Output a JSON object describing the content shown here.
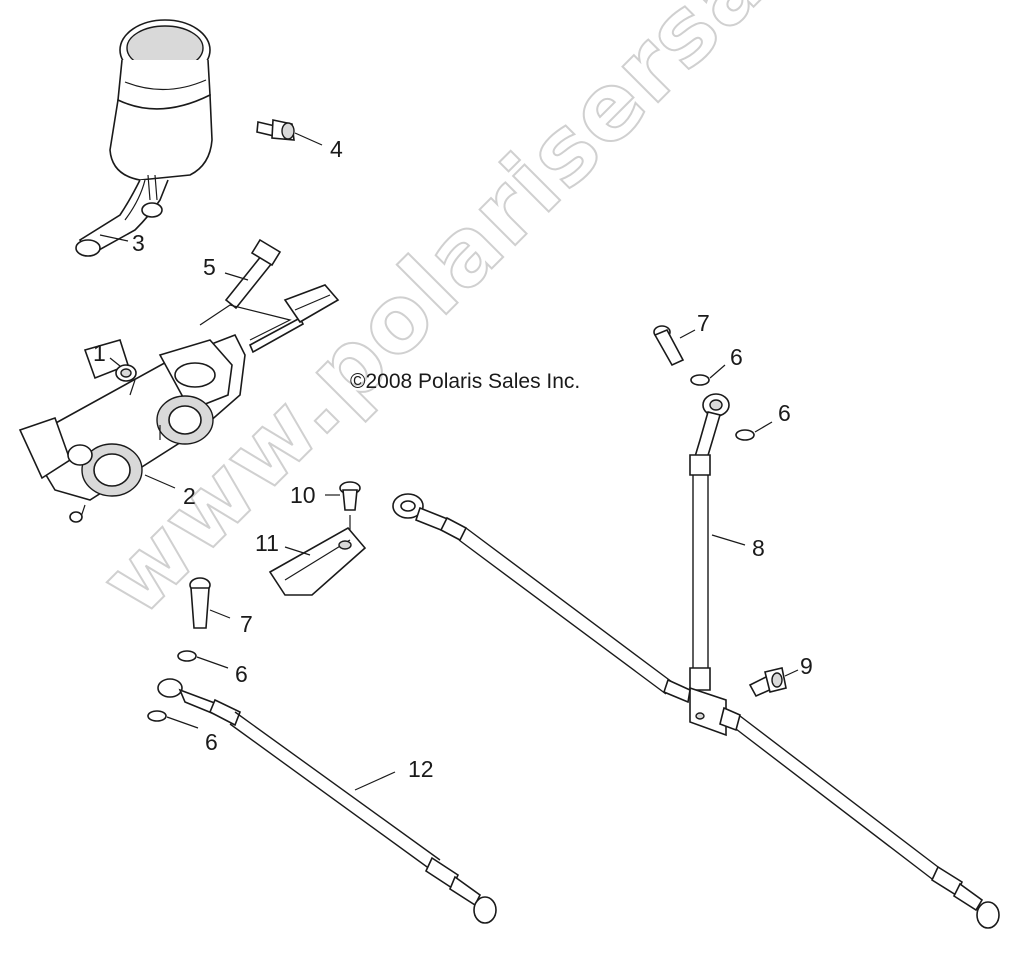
{
  "copyright": "©2008 Polaris Sales Inc.",
  "watermark": "www.polarisersatzteile.de",
  "callouts": {
    "c1": "1",
    "c2": "2",
    "c3": "3",
    "c4": "4",
    "c5": "5",
    "c6a": "6",
    "c6b": "6",
    "c6c": "6",
    "c6d": "6",
    "c7a": "7",
    "c7b": "7",
    "c8": "8",
    "c9": "9",
    "c10": "10",
    "c11": "11",
    "c12": "12"
  }
}
